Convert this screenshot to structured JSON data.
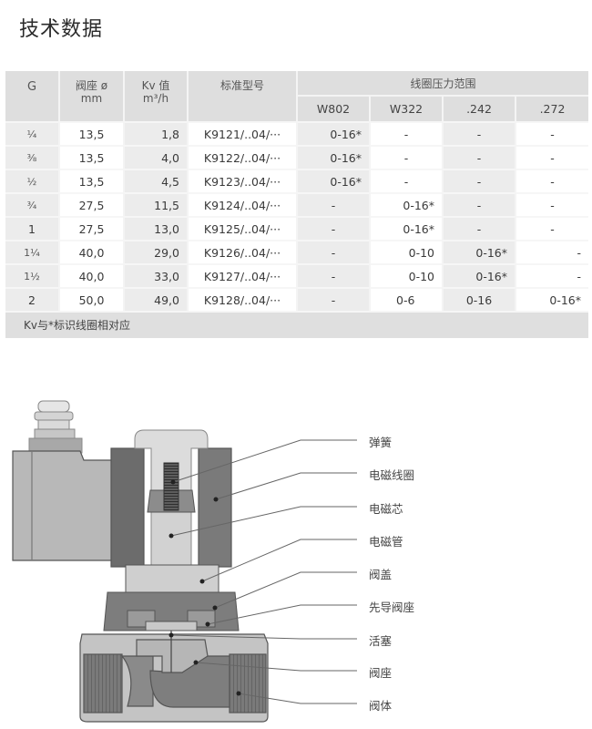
{
  "title": "技术数据",
  "table": {
    "headers": {
      "g": "G",
      "seat_line1": "阀座 ø",
      "seat_line2": "mm",
      "kv_line1": "Kv 值",
      "kv_line2": "m³/h",
      "model": "标准型号",
      "coil_group": "线圈压力范围",
      "coils": [
        "W802",
        "W322",
        ".242",
        ".272"
      ]
    },
    "rows": [
      {
        "g": "¼",
        "seat": "13,5",
        "kv": "1,8",
        "model": "K9121/..04/···",
        "w802": "0-16*",
        "w322": "-",
        "c242": "-",
        "c272": "-"
      },
      {
        "g": "⅜",
        "seat": "13,5",
        "kv": "4,0",
        "model": "K9122/..04/···",
        "w802": "0-16*",
        "w322": "-",
        "c242": "-",
        "c272": "-"
      },
      {
        "g": "½",
        "seat": "13,5",
        "kv": "4,5",
        "model": "K9123/..04/···",
        "w802": "0-16*",
        "w322": "-",
        "c242": "-",
        "c272": "-"
      },
      {
        "g": "¾",
        "seat": "27,5",
        "kv": "11,5",
        "model": "K9124/..04/···",
        "w802": "-",
        "w322": "0-16*",
        "c242": "-",
        "c272": "-"
      },
      {
        "g": "1",
        "seat": "27,5",
        "kv": "13,0",
        "model": "K9125/..04/···",
        "w802": "-",
        "w322": "0-16*",
        "c242": "-",
        "c272": "-"
      },
      {
        "g": "1¼",
        "seat": "40,0",
        "kv": "29,0",
        "model": "K9126/..04/···",
        "w802": "-",
        "w322": "0-10",
        "c242": "0-16*",
        "c272": "-"
      },
      {
        "g": "1½",
        "seat": "40,0",
        "kv": "33,0",
        "model": "K9127/..04/···",
        "w802": "-",
        "w322": "0-10",
        "c242": "0-16*",
        "c272": "-"
      },
      {
        "g": "2",
        "seat": "50,0",
        "kv": "49,0",
        "model": "K9128/..04/···",
        "w802": "-",
        "w322": "0-6",
        "c242": "0-16",
        "c272": "0-16*"
      }
    ],
    "note": "Kv与*标识线圈相对应"
  },
  "diagram": {
    "labels": [
      "弹簧",
      "电磁线圈",
      "电磁芯",
      "电磁管",
      "阀盖",
      "先导阀座",
      "活塞",
      "阀座",
      "阀体"
    ],
    "colors": {
      "dark": "#6e6e6e",
      "mid": "#9a9a9a",
      "light": "#c8c8c8",
      "pale": "#dcdcdc",
      "line": "#555555"
    }
  }
}
